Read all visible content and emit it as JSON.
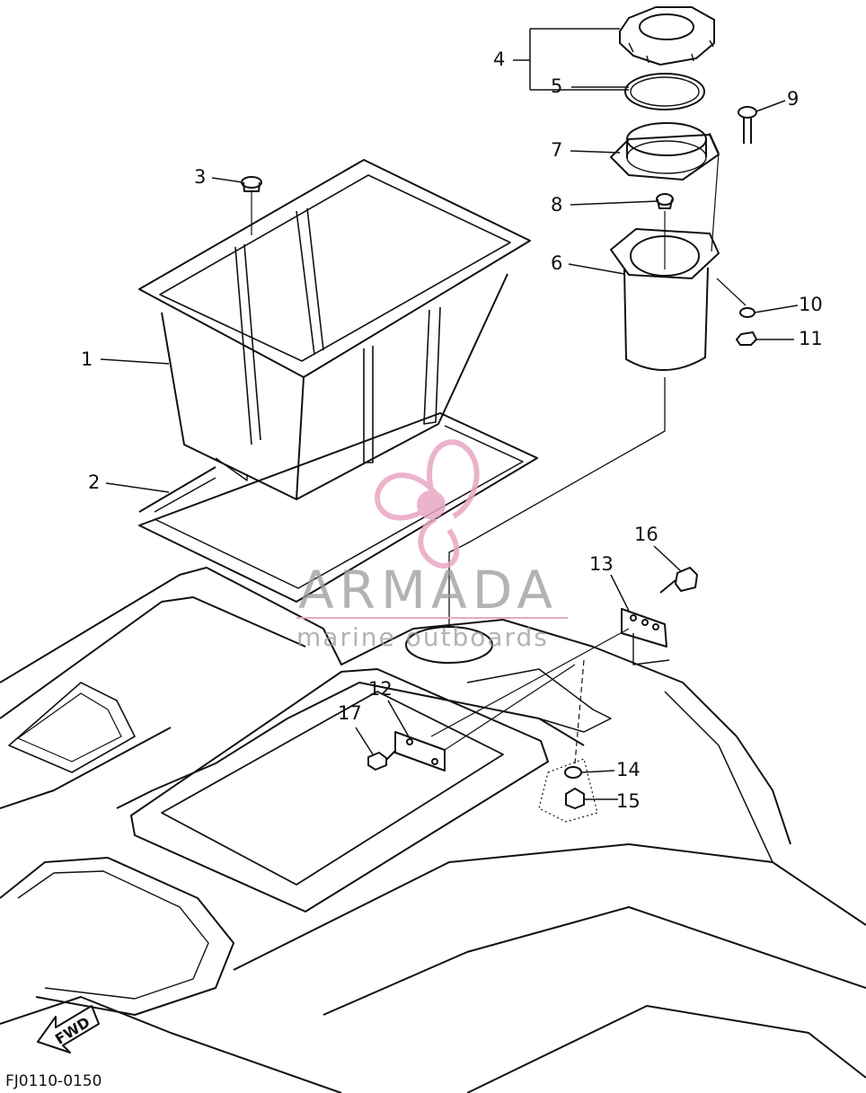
{
  "callouts": [
    {
      "id": "1",
      "label": "1"
    },
    {
      "id": "2",
      "label": "2"
    },
    {
      "id": "3",
      "label": "3"
    },
    {
      "id": "4",
      "label": "4"
    },
    {
      "id": "5",
      "label": "5"
    },
    {
      "id": "6",
      "label": "6"
    },
    {
      "id": "7",
      "label": "7"
    },
    {
      "id": "8",
      "label": "8"
    },
    {
      "id": "9",
      "label": "9"
    },
    {
      "id": "10",
      "label": "10"
    },
    {
      "id": "11",
      "label": "11"
    },
    {
      "id": "12",
      "label": "12"
    },
    {
      "id": "13",
      "label": "13"
    },
    {
      "id": "14",
      "label": "14"
    },
    {
      "id": "15",
      "label": "15"
    },
    {
      "id": "16",
      "label": "16"
    },
    {
      "id": "17",
      "label": "17"
    }
  ],
  "watermark": {
    "title": "ARMADA",
    "subtitle": "marine outboards",
    "color": "#e8a6c4"
  },
  "diagram_code": "FJ0110-0150",
  "direction_label": "FWD"
}
